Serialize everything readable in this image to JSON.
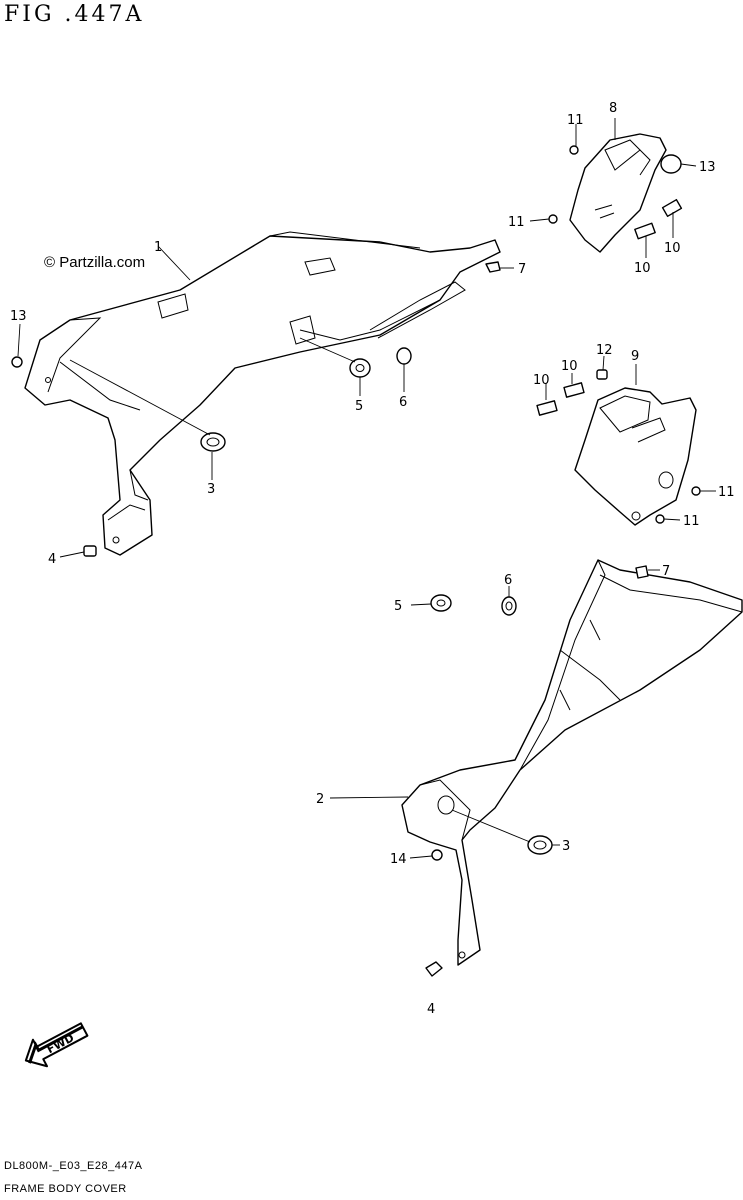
{
  "header": {
    "figure_title": "FIG .447A"
  },
  "watermark": {
    "text": "© Partzilla.com"
  },
  "callouts": {
    "c1": "1",
    "c2": "2",
    "c3a": "3",
    "c3b": "3",
    "c4a": "4",
    "c4b": "4",
    "c5a": "5",
    "c5b": "5",
    "c6a": "6",
    "c6b": "6",
    "c7a": "7",
    "c7b": "7",
    "c8": "8",
    "c9": "9",
    "c10a": "10",
    "c10b": "10",
    "c10c": "10",
    "c10d": "10",
    "c11a": "11",
    "c11b": "11",
    "c11c": "11",
    "c11d": "11",
    "c12": "12",
    "c13a": "13",
    "c13b": "13",
    "c14": "14"
  },
  "badge": {
    "fwd": "FWD"
  },
  "footer": {
    "code": "DL800M-_E03_E28_447A",
    "name": "FRAME BODY COVER"
  }
}
